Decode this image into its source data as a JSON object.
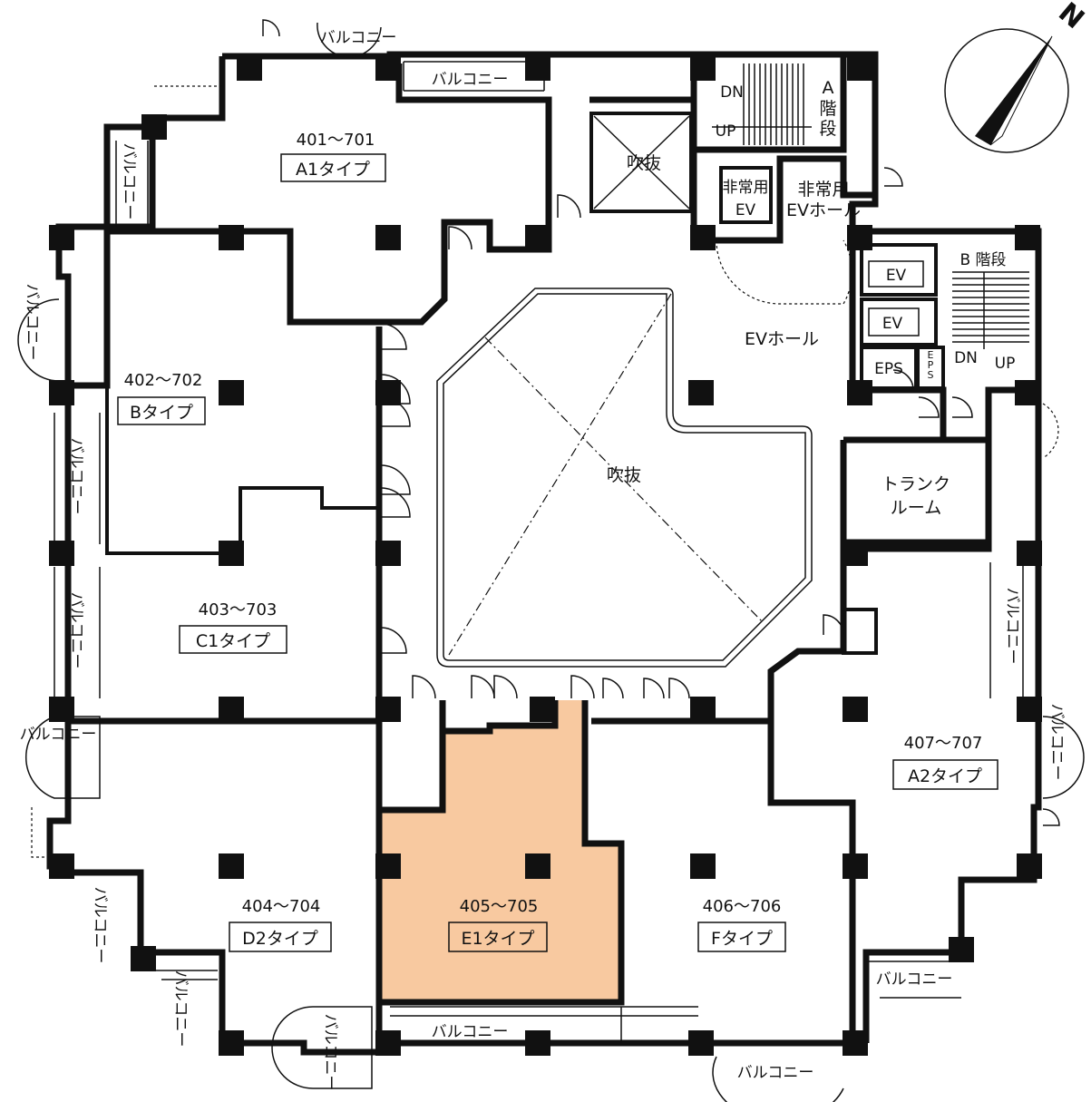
{
  "units": [
    {
      "id": "a1",
      "range": "401〜701",
      "type": "A1タイプ"
    },
    {
      "id": "b",
      "range": "402〜702",
      "type": "Bタイプ"
    },
    {
      "id": "c1",
      "range": "403〜703",
      "type": "C1タイプ"
    },
    {
      "id": "d2",
      "range": "404〜704",
      "type": "D2タイプ"
    },
    {
      "id": "e1",
      "range": "405〜705",
      "type": "E1タイプ"
    },
    {
      "id": "f",
      "range": "406〜706",
      "type": "Fタイプ"
    },
    {
      "id": "a2",
      "range": "407〜707",
      "type": "A2タイプ"
    }
  ],
  "labels": {
    "balcony": "バルコニー",
    "void": "吹抜",
    "ev_hall": "EVホール",
    "ev": "EV",
    "eps": "EPS",
    "emergency_ev_1": "非常用",
    "emergency_ev_2": "EV",
    "emergency_hall_1": "非常用",
    "emergency_hall_2": "EVホール",
    "stair_a_1": "A",
    "stair_a_2": "階",
    "stair_a_3": "段",
    "stair_b": "B 階段",
    "dn": "DN",
    "up": "UP",
    "trunk_1": "トランク",
    "trunk_2": "ルーム",
    "north": "N"
  },
  "highlight": {
    "unit": "e1",
    "color": "#f8c9a0"
  },
  "colors": {
    "wall": "#111111",
    "background": "#ffffff"
  }
}
